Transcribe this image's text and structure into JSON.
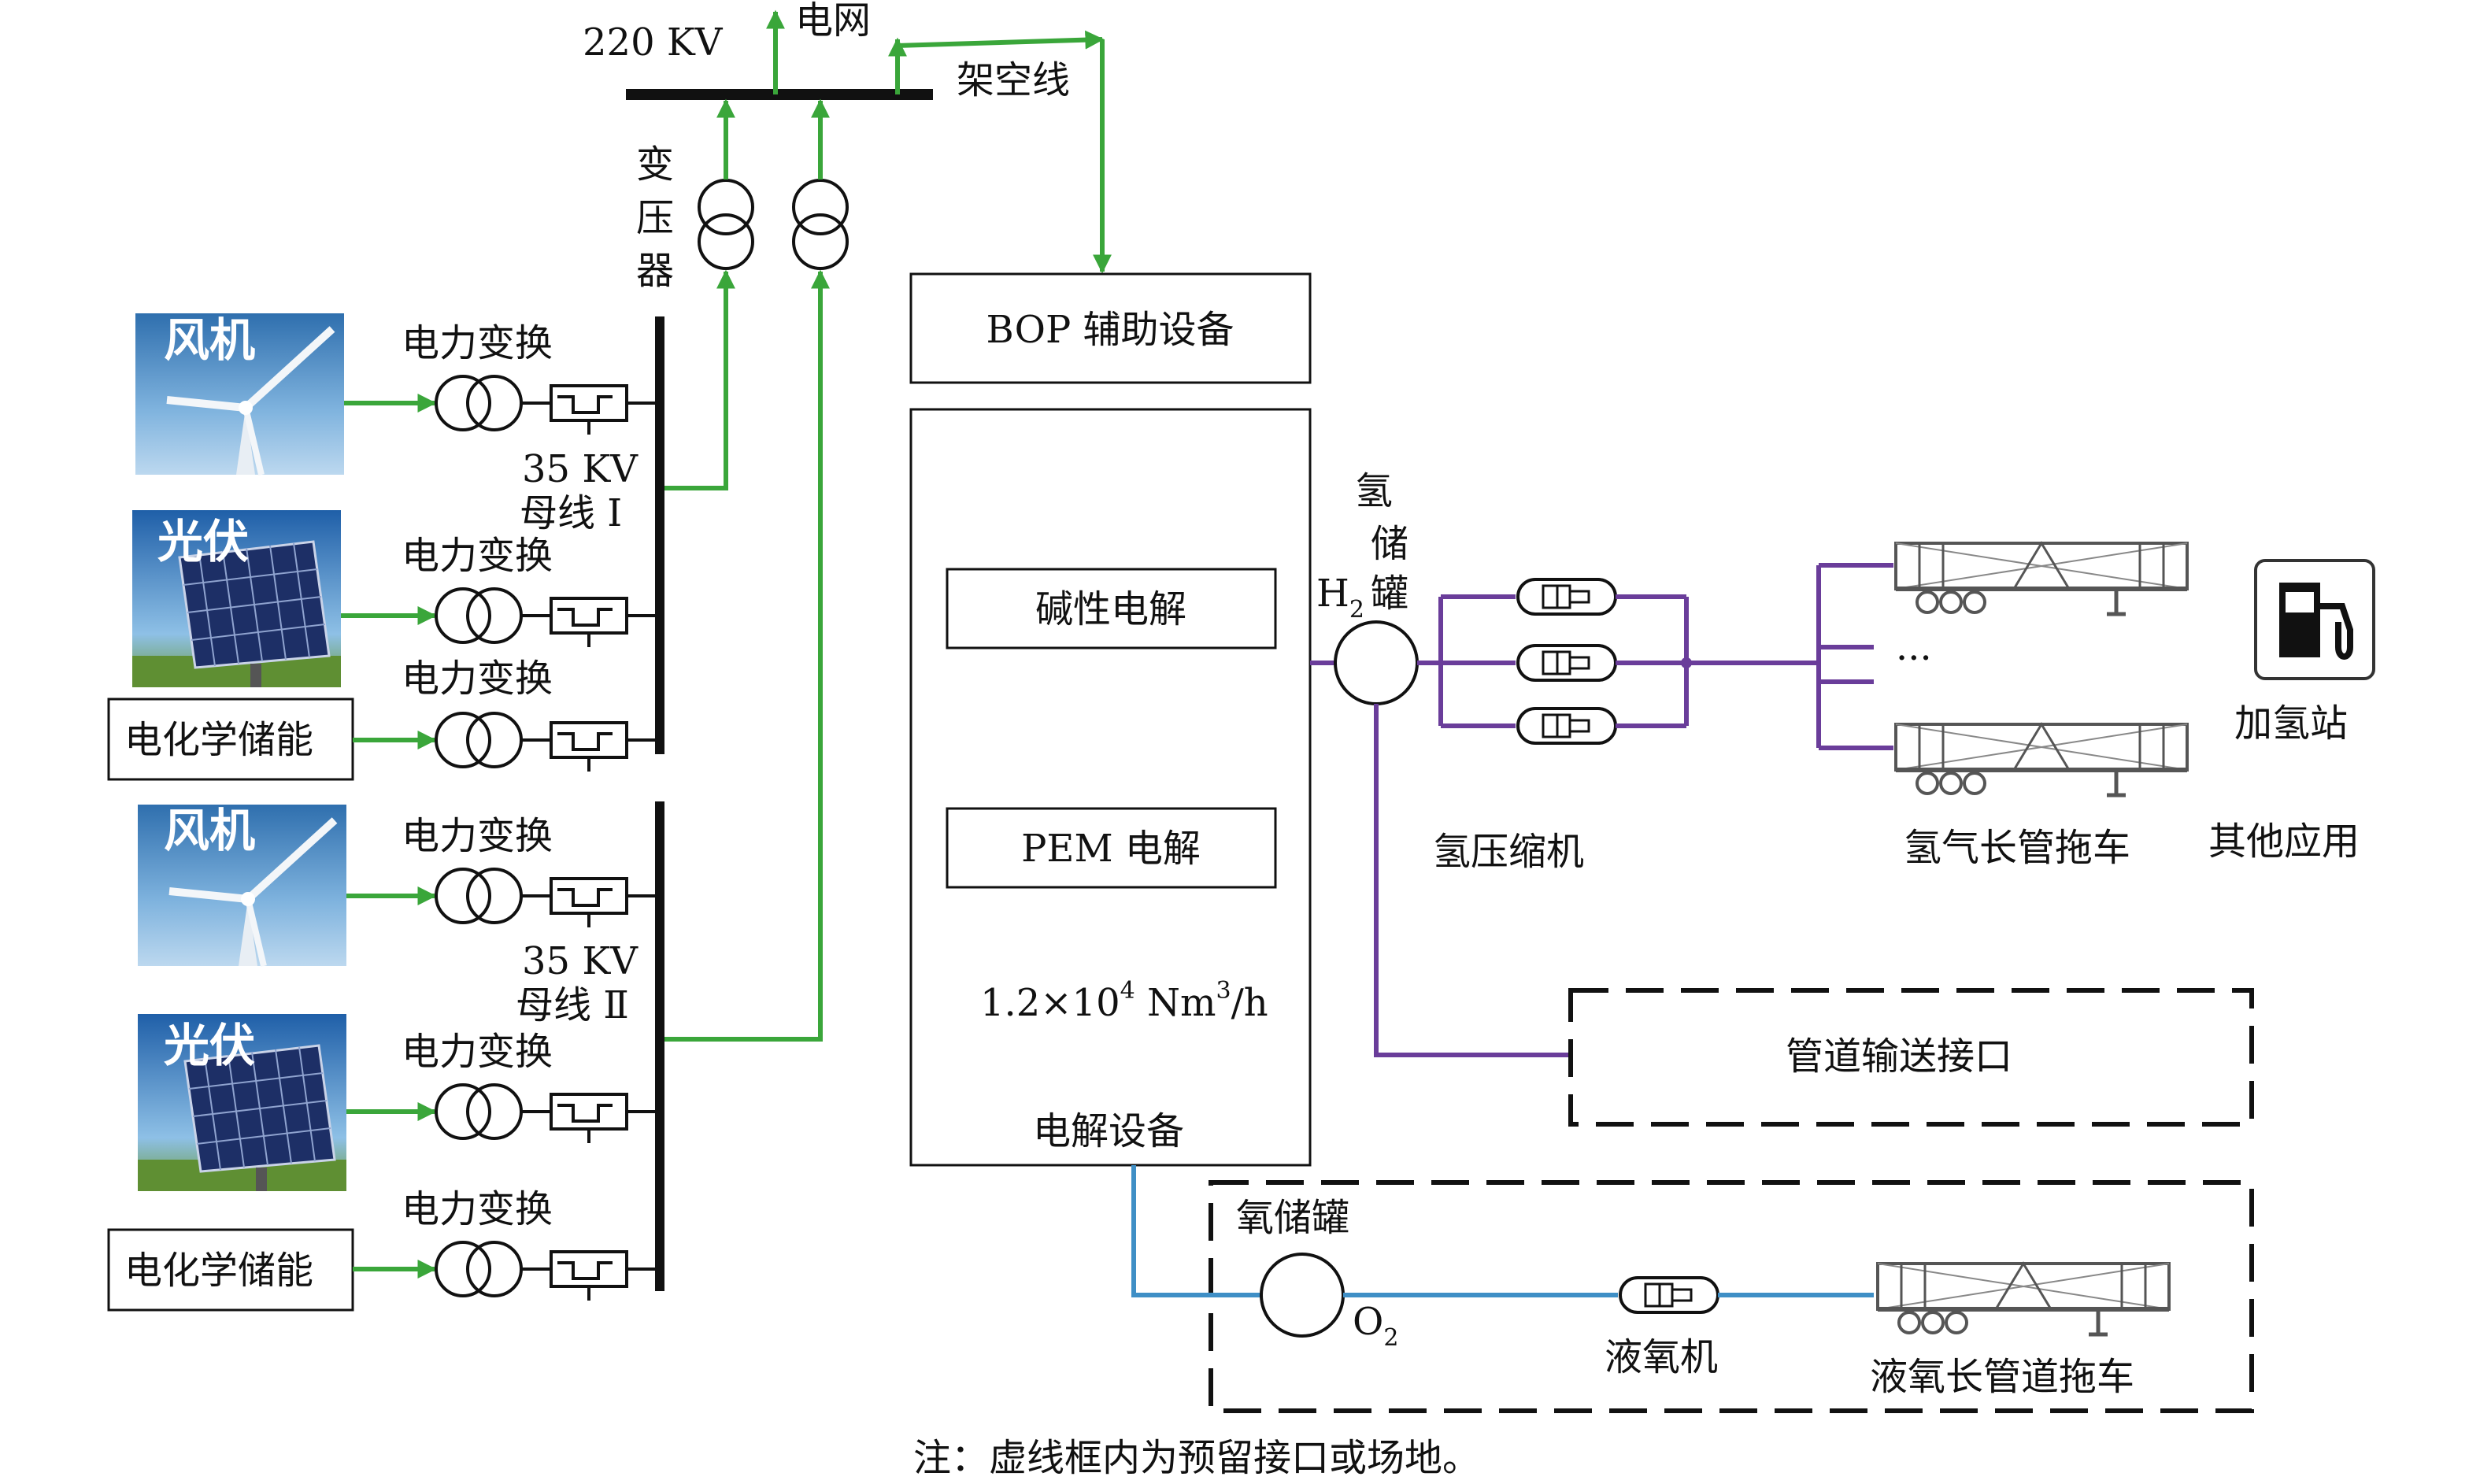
{
  "grid": {
    "voltage": "220 KV",
    "name": "电网",
    "overhead_line": "架空线"
  },
  "transformer": {
    "c1": "变",
    "c2": "压",
    "c3": "器"
  },
  "sources": [
    {
      "label": "风机"
    },
    {
      "label": "光伏"
    },
    {
      "label": "电化学储能"
    },
    {
      "label": "风机"
    },
    {
      "label": "光伏"
    },
    {
      "label": "电化学储能"
    }
  ],
  "power_conversion": [
    "电力变换",
    "电力变换",
    "电力变换",
    "电力变换",
    "电力变换",
    "电力变换"
  ],
  "bus1": {
    "kv": "35 KV",
    "name": "母线 Ⅰ"
  },
  "bus2": {
    "kv": "35 KV",
    "name": "母线 Ⅱ"
  },
  "bop": "BOP 辅助设备",
  "electrolysis": {
    "alkaline": "碱性电解",
    "pem": "PEM 电解",
    "capacity_base": "1.2×10",
    "capacity_exp": "4",
    "capacity_unit": " Nm",
    "capacity_unit_exp": "3",
    "capacity_unit_tail": "/h",
    "title": "电解设备"
  },
  "hydrogen": {
    "tank_c1": "氢",
    "tank_c2": "储",
    "tank_c3": "罐",
    "h2_symbol": "H",
    "h2_sub": "2",
    "compressor": "氢压缩机",
    "trailer": "氢气长管拖车",
    "ellipsis": "···",
    "station": "加氢站",
    "other": "其他应用",
    "pipeline": "管道输送接口"
  },
  "oxygen": {
    "tank": "氧储罐",
    "o2_symbol": "O",
    "o2_sub": "2",
    "liquefier": "液氧机",
    "trailer": "液氧长管道拖车"
  },
  "note": "注：虚线框内为预留接口或场地。",
  "colors": {
    "power": "#3aa63a",
    "hydrogen": "#6a3d9a",
    "oxygen": "#3f8fc6"
  }
}
